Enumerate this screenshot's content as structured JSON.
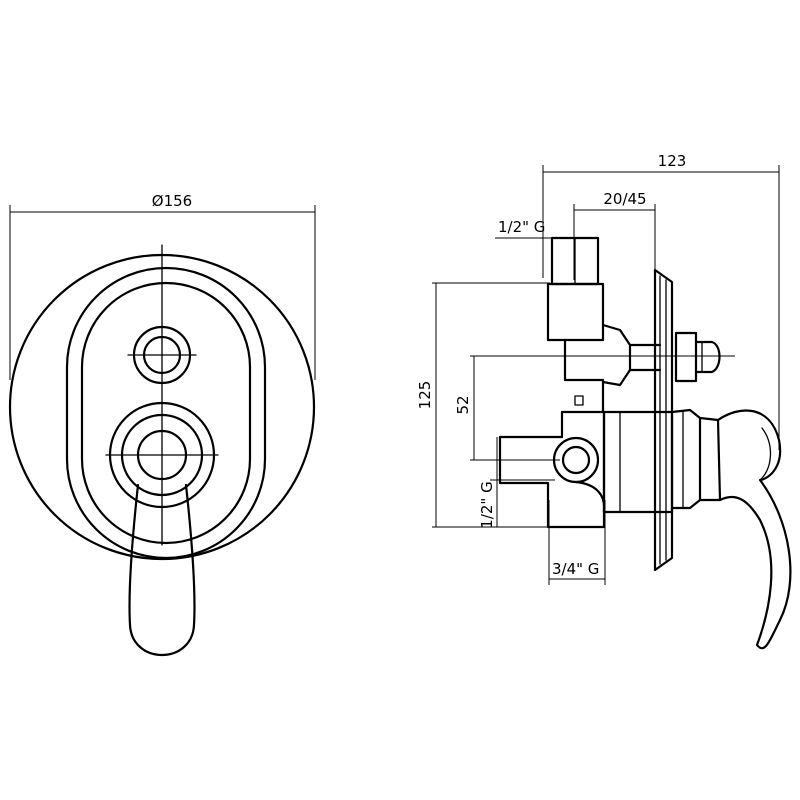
{
  "dimensions": {
    "diameter": "Ø156",
    "total_depth": "123",
    "adjust_range": "20/45",
    "top_outlet": "1/2\" G",
    "height_total": "125",
    "height_outlets": "52",
    "side_outlet": "1/2\" G",
    "bottom_inlet": "3/4\" G"
  },
  "colors": {
    "line": "#000000",
    "background": "#ffffff"
  }
}
